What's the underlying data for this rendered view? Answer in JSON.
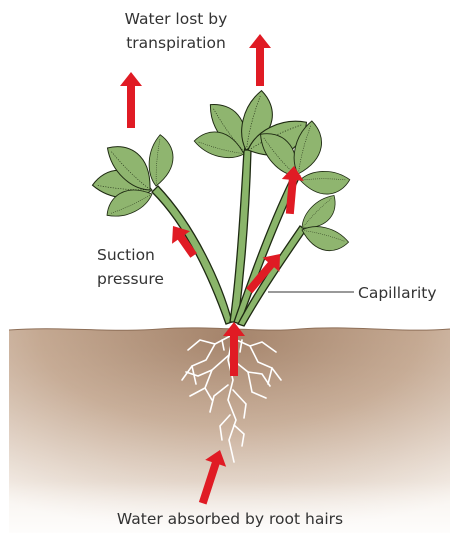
{
  "labels": {
    "transpiration": {
      "line1": "Water lost by",
      "line2": "transpiration"
    },
    "suction": {
      "line1": "Suction",
      "line2": "pressure"
    },
    "capillarity": "Capillarity",
    "root_absorption": "Water absorbed by root hairs"
  },
  "colors": {
    "arrow": "#e01b24",
    "leaf": "#8fb56f",
    "leaf_shadow": "#6f9a50",
    "stem": "#8ab56a",
    "soil_top": "#a6856a",
    "soil_mid": "#c2a58c",
    "soil_bottom": "#f4ede6",
    "root": "#ffffff",
    "outline": "#1e2a12"
  }
}
